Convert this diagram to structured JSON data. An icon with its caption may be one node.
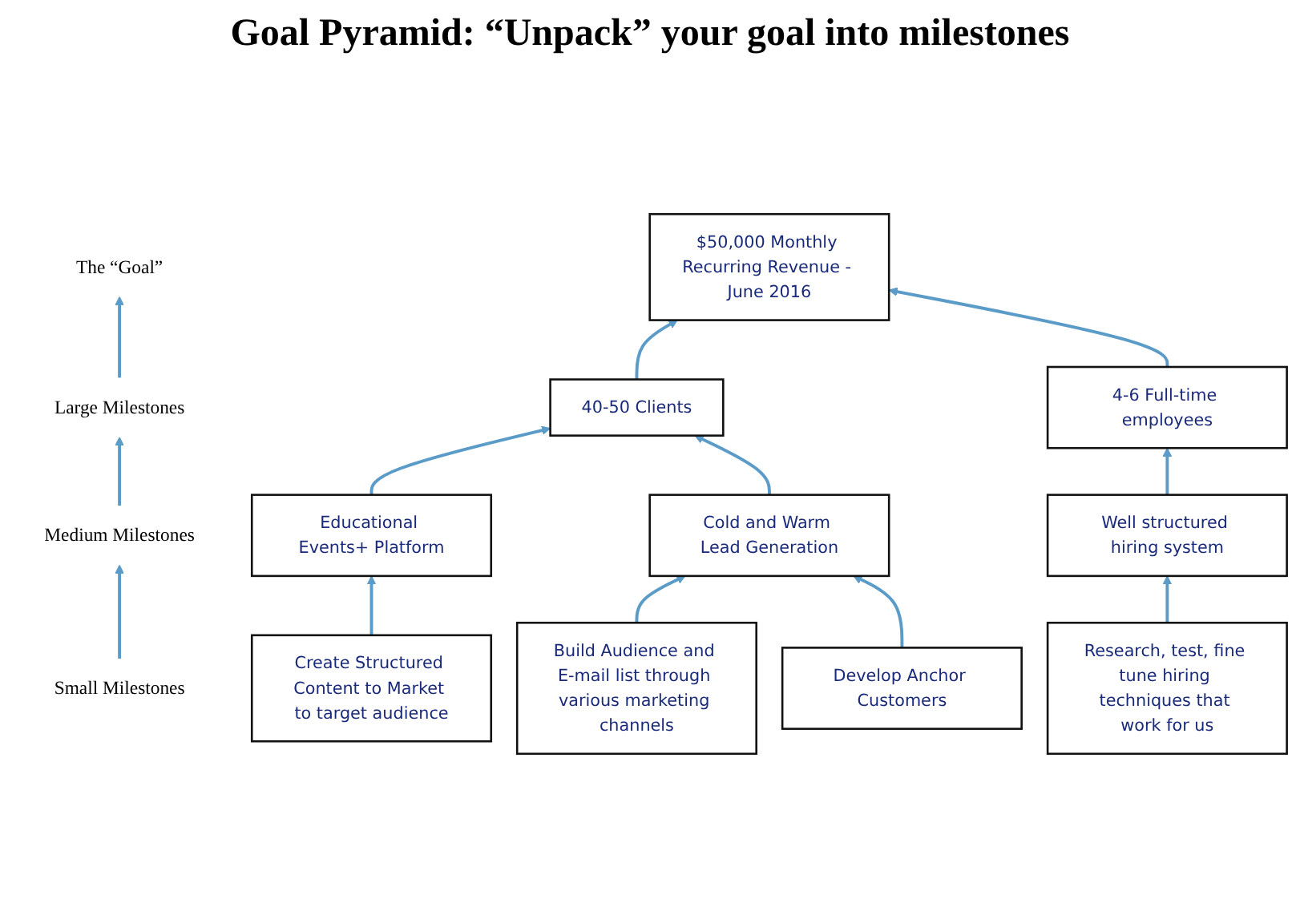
{
  "diagram": {
    "title": "Goal Pyramid: “Unpack” your goal into milestones",
    "nodes": [
      {
        "text": [
          "The “Goal”"
        ]
      },
      {
        "text": [
          "$50,000 Monthly Recurring Revenue - June 2016"
        ]
      },
      {
        "text": [
          "Large Milestones"
        ]
      },
      {
        "text": [
          "40-50 Clients"
        ]
      },
      {
        "text": [
          "4-6 Full-time employees"
        ]
      },
      {
        "text": [
          "Medium Milestones"
        ]
      },
      {
        "text": [
          "Educational Events+ Platform"
        ]
      },
      {
        "text": [
          "Cold and Warm Lead Generation"
        ]
      },
      {
        "text": [
          "Well structured hiring system"
        ]
      },
      {
        "text": [
          "Small Milestones"
        ]
      },
      {
        "text": [
          "Create Structured Content to Market to target audience"
        ]
      },
      {
        "text": [
          "Build Audience and E-mail list through various marketing channels"
        ]
      },
      {
        "text": [
          "Develop Anchor Customers"
        ]
      },
      {
        "text": [
          "Research, test, fine tune hiring techniques that work for us"
        ]
      }
    ],
    "edges": [
      {
        "from": 9,
        "to": 5,
        "arrow": "to"
      },
      {
        "from": 5,
        "to": 2,
        "arrow": "to"
      },
      {
        "from": 2,
        "to": 0,
        "arrow": "to"
      },
      {
        "from": 10,
        "to": 6,
        "arrow": "to"
      },
      {
        "from": 11,
        "to": 7,
        "arrow": "to"
      },
      {
        "from": 12,
        "to": 7,
        "arrow": "to"
      },
      {
        "from": 13,
        "to": 8,
        "arrow": "to"
      },
      {
        "from": 6,
        "to": 3,
        "arrow": "to"
      },
      {
        "from": 7,
        "to": 3,
        "arrow": "to"
      },
      {
        "from": 8,
        "to": 4,
        "arrow": "to"
      },
      {
        "from": 3,
        "to": 1,
        "arrow": "to"
      },
      {
        "from": 4,
        "to": 1,
        "arrow": "to"
      }
    ]
  }
}
